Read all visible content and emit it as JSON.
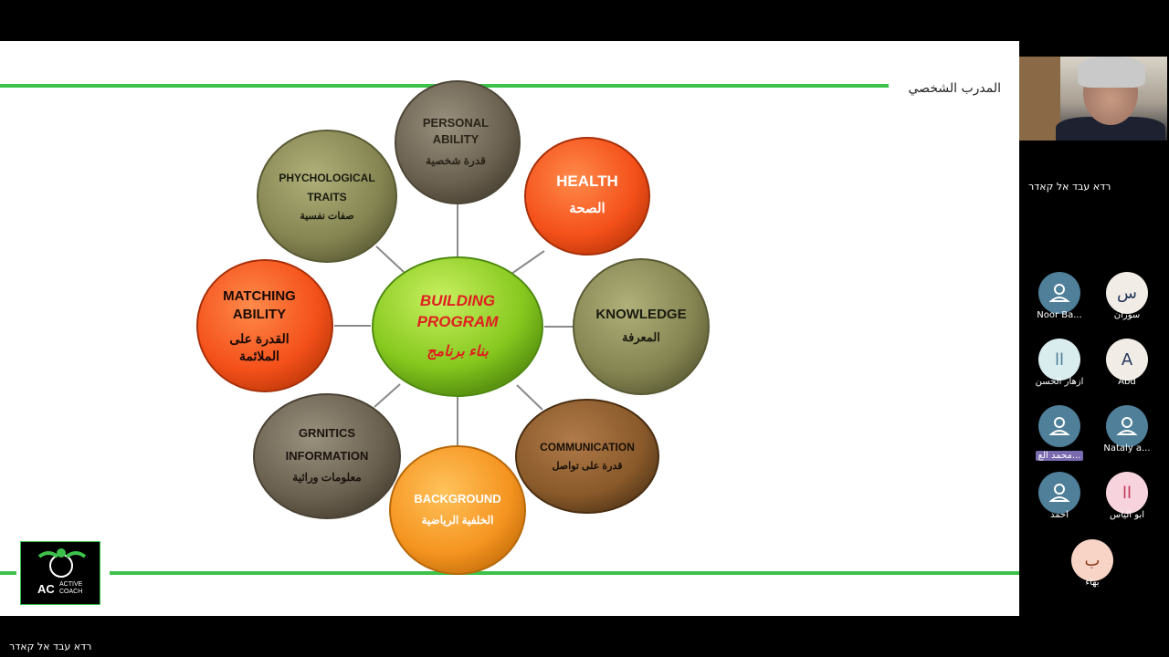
{
  "slide": {
    "trainer_title": "المدرب الشخصي",
    "center": {
      "line1": "BUILDING",
      "line2": "PROGRAM",
      "arabic": "بناء برنامج"
    },
    "petals": {
      "personal": {
        "line1": "PERSONAL",
        "line2": "ABILITY",
        "arabic": "قدرة شخصية"
      },
      "health": {
        "line1": "HEALTH",
        "arabic": "الصحة"
      },
      "knowledge": {
        "line1": "KNOWLEDGE",
        "arabic": "المعرفة"
      },
      "communication": {
        "line1": "COMMUNICATION",
        "arabic": "قدرة على تواصل"
      },
      "background": {
        "line1": "BACKGROUND",
        "arabic": "الخلفية الرياضية"
      },
      "genetics": {
        "line1": "GRNITICS",
        "line2": "INFORMATION",
        "arabic": "معلومات وراثية"
      },
      "matching": {
        "line1": "MATCHING",
        "line2": "ABILITY",
        "arabic1": "القدرة على",
        "arabic2": "الملائمة"
      },
      "psychological": {
        "line1": "PHYCHOLOGICAL",
        "line2": "TRAITS",
        "arabic": "صفات نفسية"
      }
    },
    "logo": {
      "initials": "AC",
      "sub1": "ACTIVE",
      "sub2": "COACH"
    }
  },
  "presenter": {
    "name": "רדא עבד אל קאדר"
  },
  "participants": [
    {
      "name": "Noor Ba...",
      "initial": "",
      "icon": "user-icon",
      "style": "blue"
    },
    {
      "name": "سوران",
      "initial": "س",
      "style": "cream"
    },
    {
      "name": "ازهار الحسن",
      "initial": "اا",
      "style": "light"
    },
    {
      "name": "Abd",
      "initial": "A",
      "style": "cream"
    },
    {
      "name": "محمد الع...",
      "initial": "",
      "icon": "user-icon",
      "style": "blue"
    },
    {
      "name": "Nataly a...",
      "initial": "",
      "icon": "user-icon",
      "style": "blue"
    },
    {
      "name": "أحمد",
      "initial": "",
      "icon": "user-icon",
      "style": "blue"
    },
    {
      "name": "ابو الياس",
      "initial": "اا",
      "style": "pink"
    },
    {
      "name": "بهاء",
      "initial": "ب",
      "style": "peach"
    }
  ],
  "footer": {
    "name": "רדא עבד אל קאדר"
  },
  "colors": {
    "green_line": "#3cc24a",
    "olive": "#8a8a55",
    "brown": "#6e6555",
    "orange": "#ff5a1a",
    "amber": "#ff9a1a",
    "center": "#88cc22",
    "center_text": "#e02020"
  }
}
